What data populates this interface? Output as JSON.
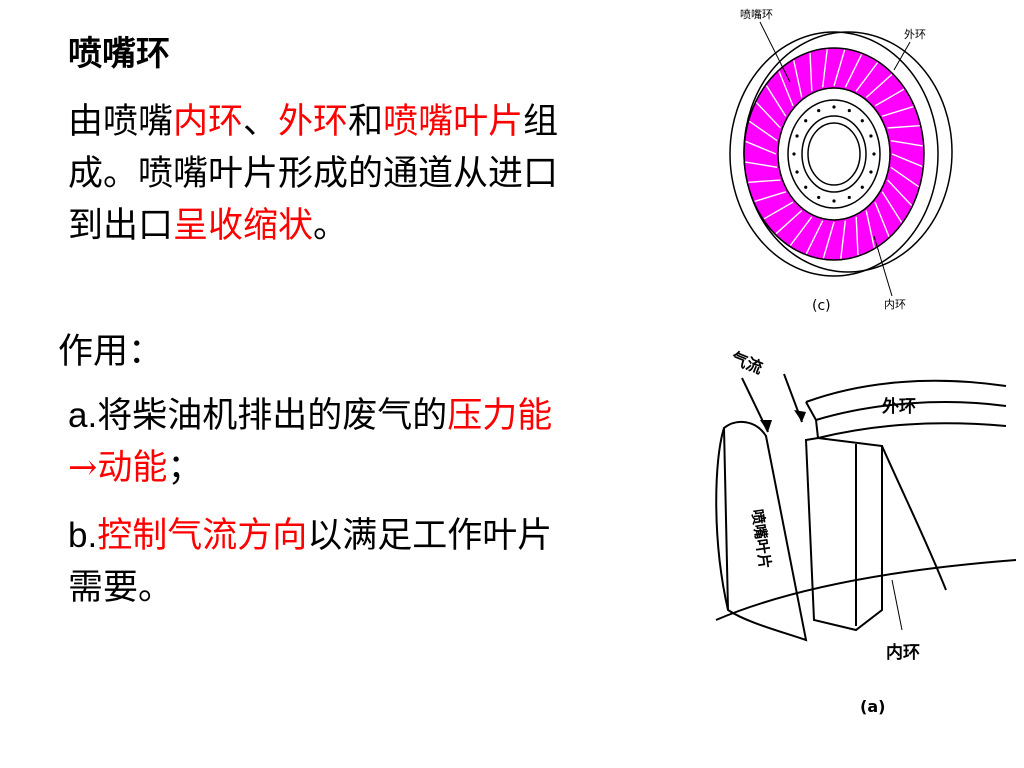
{
  "heading": "喷嘴环",
  "para1": {
    "t1": "由喷嘴",
    "r1": "内环",
    "t2": "、",
    "r2": "外环",
    "t3": "和",
    "r3": "喷嘴叶片",
    "t4": "组成。喷嘴叶片形成的通道从进口到出口",
    "r4": "呈收缩状",
    "t5": "。"
  },
  "para2": "作用：",
  "para3": {
    "prefix": "a.",
    "t1": "将柴油机排出的废气的",
    "r1": "压力能→动能",
    "t2": "；"
  },
  "para4": {
    "prefix": "b.",
    "r1": "控制气流方向",
    "t1": "以满足工作叶片需要。"
  },
  "figure_c": {
    "label_nozzle_ring": "喷嘴环",
    "label_outer_ring": "外环",
    "label_inner_ring": "内环",
    "caption": "(c)",
    "highlight_color": "#ff00ff"
  },
  "figure_a": {
    "label_airflow": "气流",
    "label_outer_ring": "外环",
    "label_blade": "喷嘴叶片",
    "label_inner_ring": "内环",
    "caption": "(a)"
  }
}
